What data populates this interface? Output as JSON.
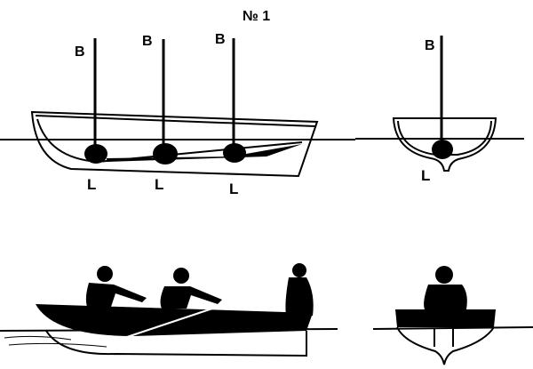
{
  "figure": {
    "title": "№ 1",
    "side_view": {
      "mast_labels": [
        "B",
        "B",
        "B"
      ],
      "weight_labels": [
        "L",
        "L",
        "L"
      ]
    },
    "end_view": {
      "mast_label": "B",
      "weight_label": "L"
    },
    "lower_scene": {
      "description": "Rowing boat with two rowers and a seated passenger; end view of boat with seated figure"
    },
    "colors": {
      "ink": "#000000",
      "paper": "#ffffff"
    }
  }
}
